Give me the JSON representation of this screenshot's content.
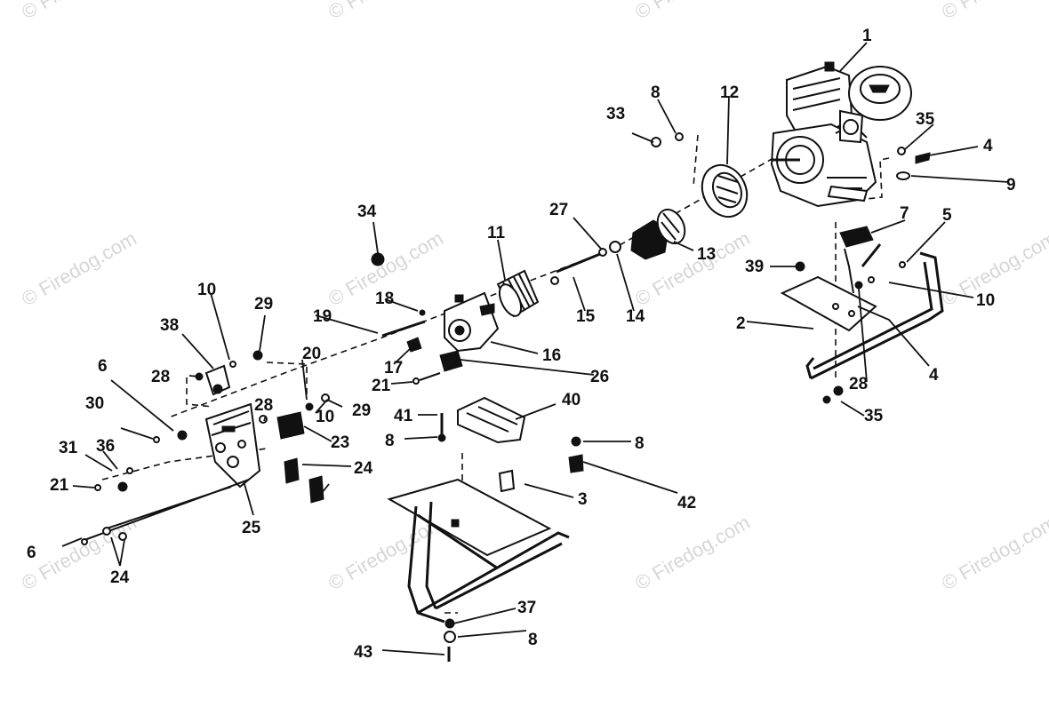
{
  "watermark": {
    "text": "© Firedog.com"
  },
  "labels": {
    "l1": "1",
    "l2": "2",
    "l3": "3",
    "l4a": "4",
    "l4b": "4",
    "l5": "5",
    "l6a": "6",
    "l6b": "6",
    "l7": "7",
    "l8a": "8",
    "l8b": "8",
    "l8c": "8",
    "l8d": "8",
    "l9": "9",
    "l10a": "10",
    "l10b": "10",
    "l10c": "10",
    "l11": "11",
    "l12": "12",
    "l13": "13",
    "l14": "14",
    "l15": "15",
    "l16": "16",
    "l17": "17",
    "l18": "18",
    "l19": "19",
    "l20": "20",
    "l21a": "21",
    "l21b": "21",
    "l23": "23",
    "l24a": "24",
    "l24b": "24",
    "l25": "25",
    "l26": "26",
    "l27": "27",
    "l28a": "28",
    "l28b": "28",
    "l28c": "28",
    "l29a": "29",
    "l29b": "29",
    "l30": "30",
    "l31": "31",
    "l33": "33",
    "l34": "34",
    "l35a": "35",
    "l35b": "35",
    "l36": "36",
    "l37": "37",
    "l38": "38",
    "l39": "39",
    "l40": "40",
    "l41": "41",
    "l42": "42",
    "l43": "43"
  }
}
